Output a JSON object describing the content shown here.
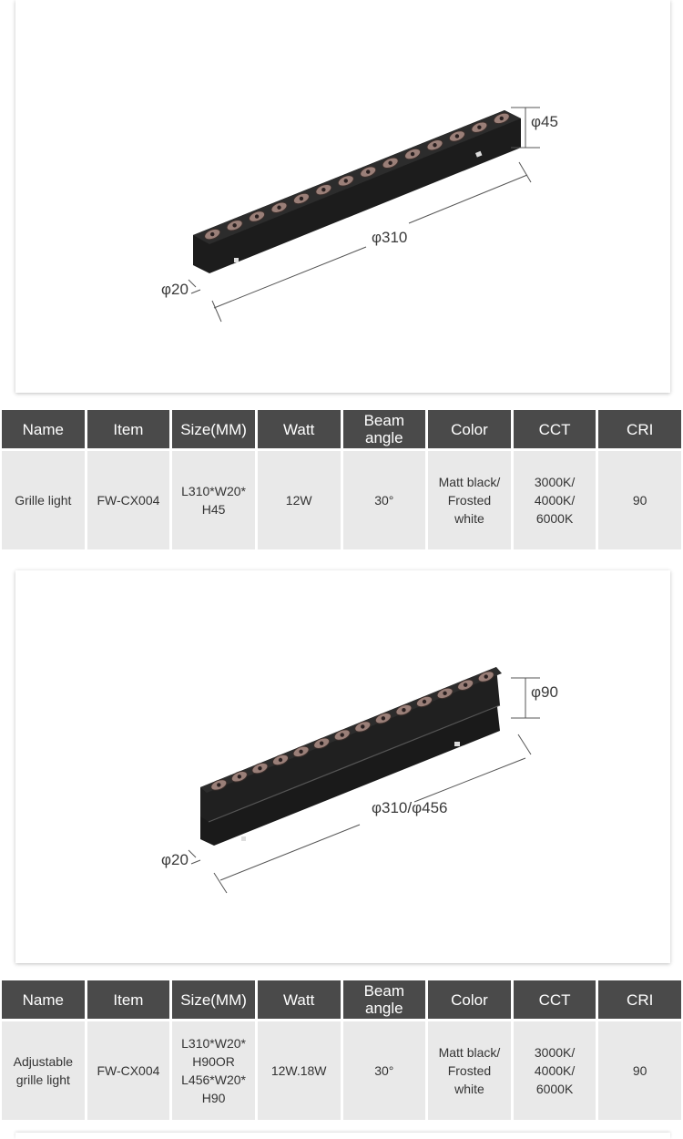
{
  "products": [
    {
      "dimensions": {
        "height": "φ45",
        "length": "φ310",
        "width": "φ20"
      },
      "headers": [
        "Name",
        "Item",
        "Size(MM)",
        "Watt",
        "Beam\nangle",
        "Color",
        "CCT",
        "CRI"
      ],
      "row": [
        "Grille light",
        "FW-CX004",
        "L310*W20*\nH45",
        "12W",
        "30°",
        "Matt black/\nFrosted\nwhite",
        "3000K/\n4000K/\n6000K",
        "90"
      ]
    },
    {
      "dimensions": {
        "height": "φ90",
        "length": "φ310/φ456",
        "width": "φ20"
      },
      "headers": [
        "Name",
        "Item",
        "Size(MM)",
        "Watt",
        "Beam\nangle",
        "Color",
        "CCT",
        "CRI"
      ],
      "row": [
        "Adjustable\ngrille light",
        "FW-CX004",
        "L310*W20*\nH90OR\nL456*W20*\nH90",
        "12W.18W",
        "30°",
        "Matt black/\nFrosted\nwhite",
        "3000K/\n4000K/\n6000K",
        "90"
      ]
    }
  ],
  "colors": {
    "header_bg": "#4a4a4a",
    "cell_bg": "#e9e9e9",
    "fixture": "#1e1e1e",
    "reflector": "#9a7f78"
  }
}
